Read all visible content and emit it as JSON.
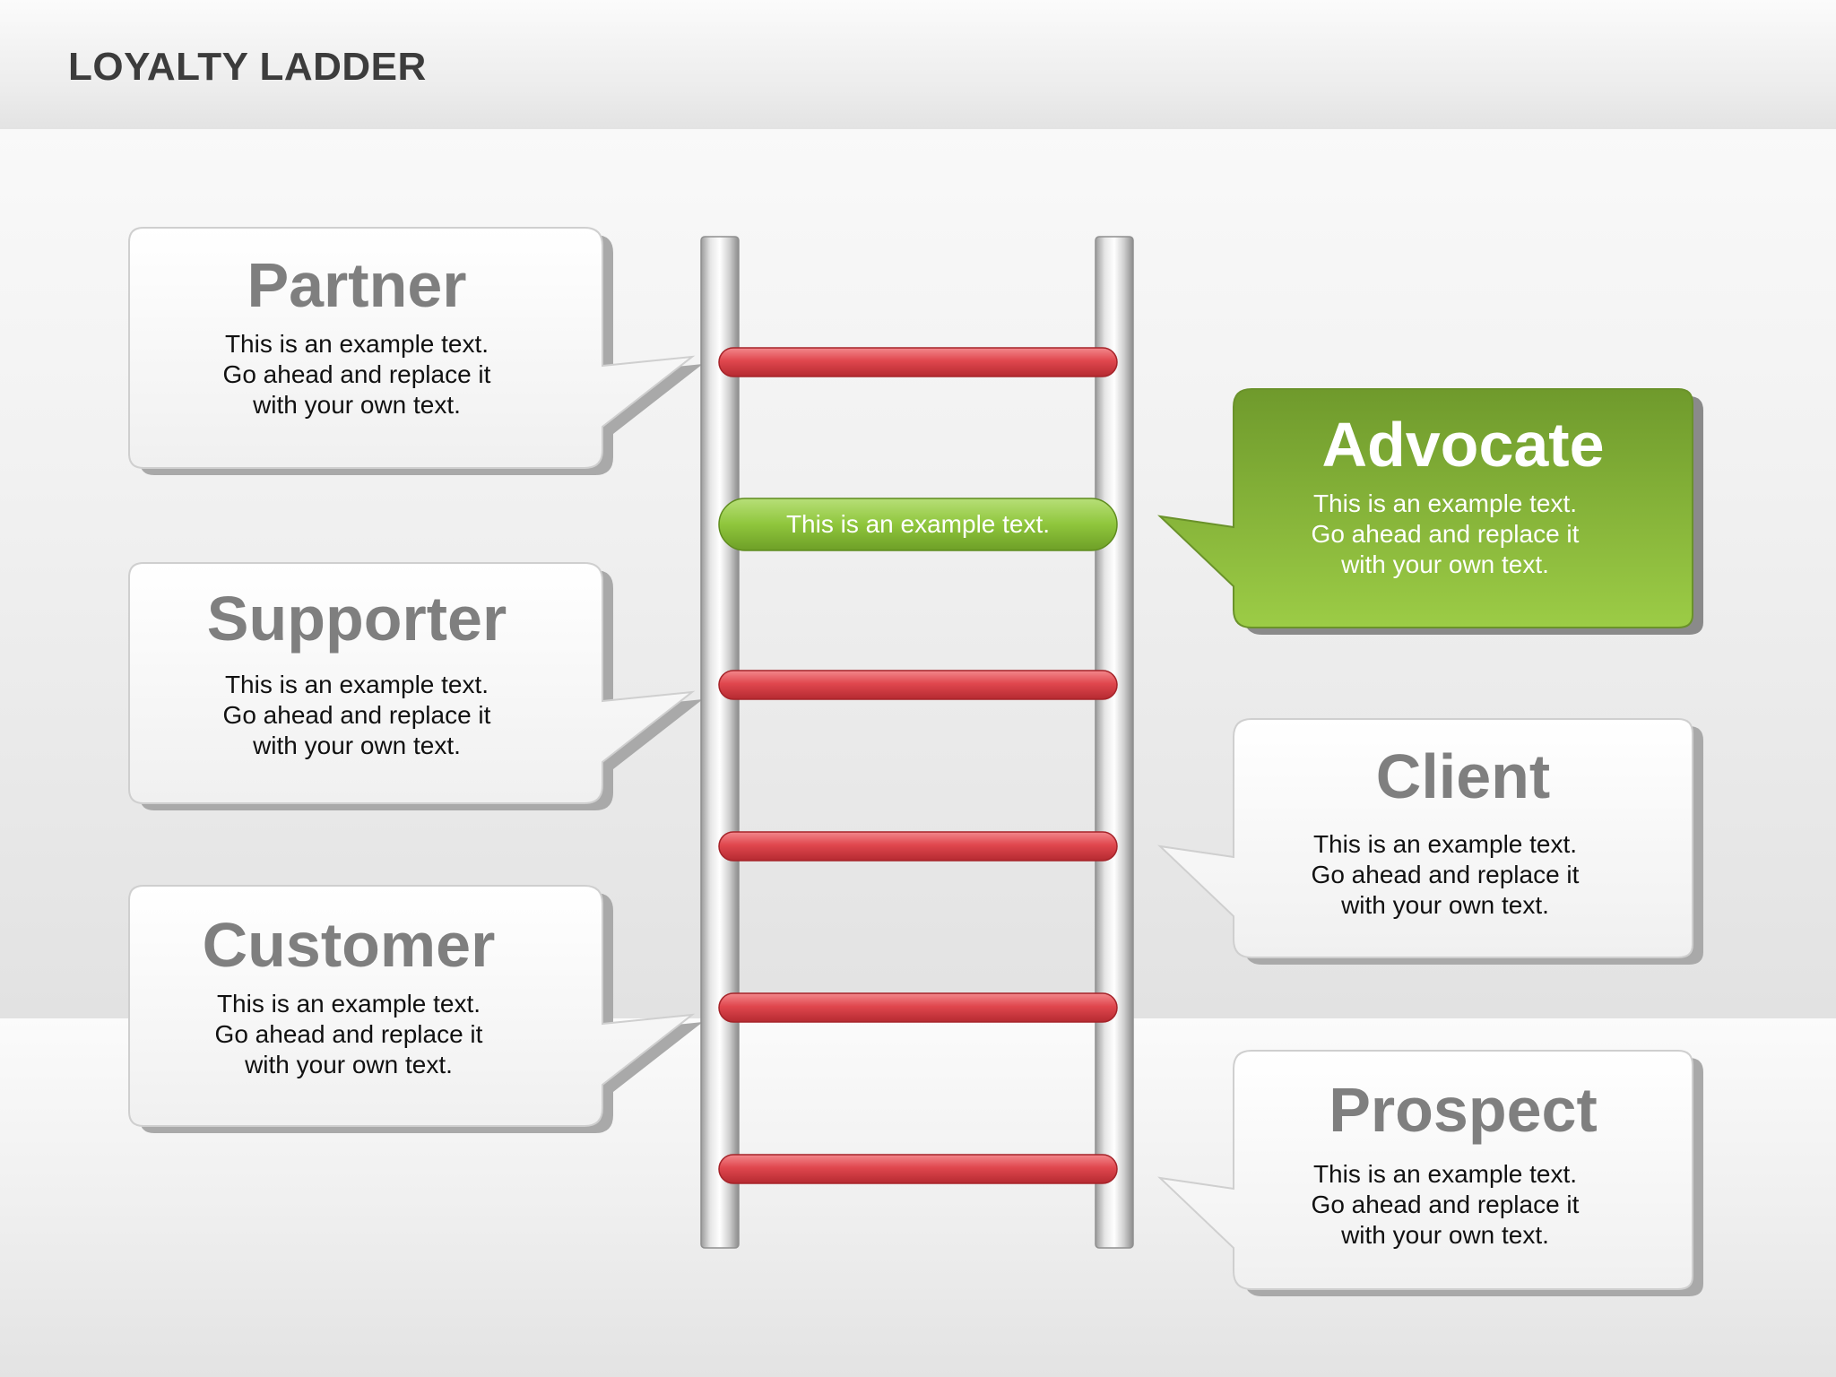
{
  "header": {
    "title": "LOYALTY LADDER"
  },
  "highlight_rung_text": "This is an example text.",
  "stages": [
    {
      "key": "partner",
      "side": "left",
      "label": "Partner",
      "text": "This is an example text.\nGo ahead and replace it\nwith your own text.",
      "highlight": false
    },
    {
      "key": "supporter",
      "side": "left",
      "label": "Supporter",
      "text": "This is an example text.\nGo ahead and replace it\nwith your own text.",
      "highlight": false
    },
    {
      "key": "customer",
      "side": "left",
      "label": "Customer",
      "text": "This is an example text.\nGo ahead and replace it\nwith your own text.",
      "highlight": false
    },
    {
      "key": "advocate",
      "side": "right",
      "label": "Advocate",
      "text": "This is an example text.\nGo ahead and replace it\nwith your own text.",
      "highlight": true
    },
    {
      "key": "client",
      "side": "right",
      "label": "Client",
      "text": "This is an example text.\nGo ahead and replace it\nwith your own text.",
      "highlight": false
    },
    {
      "key": "prospect",
      "side": "right",
      "label": "Prospect",
      "text": "This is an example text.\nGo ahead and replace it\nwith your own text.",
      "highlight": false
    }
  ],
  "colors": {
    "rung_red": "#e0474e",
    "rung_green": "#8fc63c",
    "callout_green": "#7bab2e",
    "heading_gray": "#7f7f7f"
  }
}
